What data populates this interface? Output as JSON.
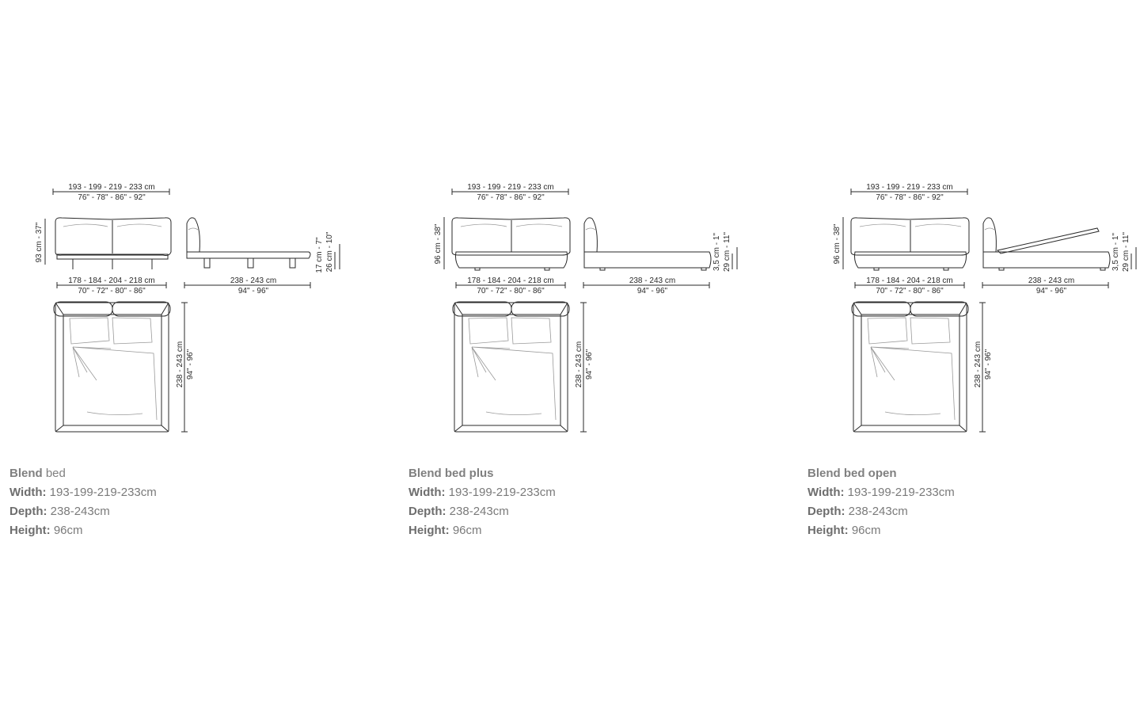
{
  "variants": [
    {
      "name_bold": "Blend",
      "name_rest": " bed",
      "width_label": "Width:",
      "width_value": " 193-199-219-233cm",
      "depth_label": "Depth:",
      "depth_value": " 238-243cm",
      "height_label": "Height:",
      "height_value": " 96cm",
      "dims": {
        "top_cm": "193 - 199 - 219 - 233 cm",
        "top_in": "76\" - 78\" - 86\" - 92\"",
        "height_cm": "93 cm - 37\"",
        "base_cm": "178 - 184 - 204 - 218 cm",
        "base_in": "70\" - 72\" - 80\" - 86\"",
        "length_cm": "238 - 243 cm",
        "length_in": "94\" - 96\"",
        "side_a": "17 cm - 7\"",
        "side_b": "26 cm - 10\"",
        "plan_cm": "238 - 243 cm",
        "plan_in": "94\" - 96\""
      }
    },
    {
      "name_bold": "Blend bed plus",
      "name_rest": "",
      "width_label": "Width:",
      "width_value": " 193-199-219-233cm",
      "depth_label": "Depth:",
      "depth_value": " 238-243cm",
      "height_label": "Height:",
      "height_value": " 96cm",
      "dims": {
        "top_cm": "193 - 199 - 219 - 233 cm",
        "top_in": "76\" - 78\" - 86\" - 92\"",
        "height_cm": "96 cm - 38\"",
        "base_cm": "178 - 184 - 204 - 218 cm",
        "base_in": "70\" - 72\" - 80\" - 86\"",
        "length_cm": "238 - 243 cm",
        "length_in": "94\" - 96\"",
        "side_a": "3,5 cm - 1\"",
        "side_b": "29 cm - 11\"",
        "plan_cm": "238 - 243 cm",
        "plan_in": "94\" - 96\""
      }
    },
    {
      "name_bold": "Blend bed open",
      "name_rest": "",
      "width_label": "Width:",
      "width_value": " 193-199-219-233cm",
      "depth_label": "Depth:",
      "depth_value": " 238-243cm",
      "height_label": "Height:",
      "height_value": " 96cm",
      "dims": {
        "top_cm": "193 - 199 - 219 - 233 cm",
        "top_in": "76\" - 78\" - 86\" - 92\"",
        "height_cm": "96 cm - 38\"",
        "base_cm": "178 - 184 - 204 - 218 cm",
        "base_in": "70\" - 72\" - 80\" - 86\"",
        "length_cm": "238 - 243 cm",
        "length_in": "94\" - 96\"",
        "side_a": "3,5 cm - 1\"",
        "side_b": "29 cm - 11\"",
        "plan_cm": "238 - 243 cm",
        "plan_in": "94\" - 96\""
      }
    }
  ]
}
